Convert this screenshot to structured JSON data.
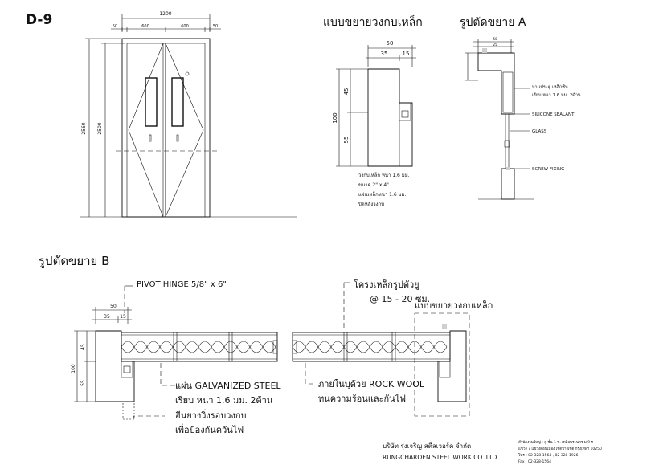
{
  "sheet": {
    "code": "D-9",
    "company_th": "บริษัท รุ่งเจริญ สตีลเวอร์ค จำกัด",
    "company_en": "RUNGCHAROEN STEEL WORK CO.,LTD.",
    "address_lines": [
      "สำนักงานใหญ่ : ถู ชั้น 1 ซ. เหลือพระนคร ม.9 ร",
      "แขวง 7 แขวงดอนเมือง เขตบางเขต กรุงเทพฯ  10250",
      "โทร : 02-328-1564 , 02-328-1926",
      "Fax : 02-328-1564"
    ]
  },
  "elevation": {
    "overall_width": "1200",
    "widths": [
      "50",
      "600",
      "600",
      "50"
    ],
    "height_outer": "2560",
    "height_inner": "2500"
  },
  "frame_detail": {
    "title": "แบบขยายวงกบเหล็ก",
    "dim_width": "50",
    "dim_parts": [
      "35",
      "15"
    ],
    "dim_height": "100",
    "dim_heights": [
      "45",
      "55"
    ],
    "notes": [
      "วงกบเหล็ก หนา 1.6 มม.",
      "ขนาด 2\" x 4\"",
      "แผ่นเหล็กหนา 1.6 มม.",
      "ปิดหลังวงกบ"
    ]
  },
  "section_a": {
    "title": "รูปตัดขยาย A",
    "dims": [
      "50",
      "25"
    ],
    "labels": [
      "บานประตู เหล็กชิ้น",
      "เรียบ หนา 1.6 มม. 2ด้าน",
      "SILICONE SEALANT",
      "GLASS",
      "SCREW FIXING"
    ]
  },
  "section_b": {
    "title": "รูปตัดขยาย B",
    "pivot_label": "PIVOT HINGE 5/8\" x 6\"",
    "dim_width": "50",
    "dim_parts": [
      "35",
      "15"
    ],
    "dim_height": "100",
    "dim_heights": [
      "45",
      "55"
    ],
    "frame_label_right": "แบบขยายวงกบเหล็ก",
    "steel_frame": [
      "โครงเหล็กรูปตัวยู",
      "@ 15 - 20 ซม."
    ],
    "galvanized": [
      "แผ่น GALVANIZED STEEL",
      "เรียบ หนา 1.6 มม. 2ด้าน",
      "ฮีนยางวิ่งรอบวงกบ",
      "เพื่อป้องกันควันไฟ"
    ],
    "rockwool": [
      "ภายในบุด้วย ROCK WOOL",
      "ทนความร้อนและกันไฟ"
    ]
  }
}
